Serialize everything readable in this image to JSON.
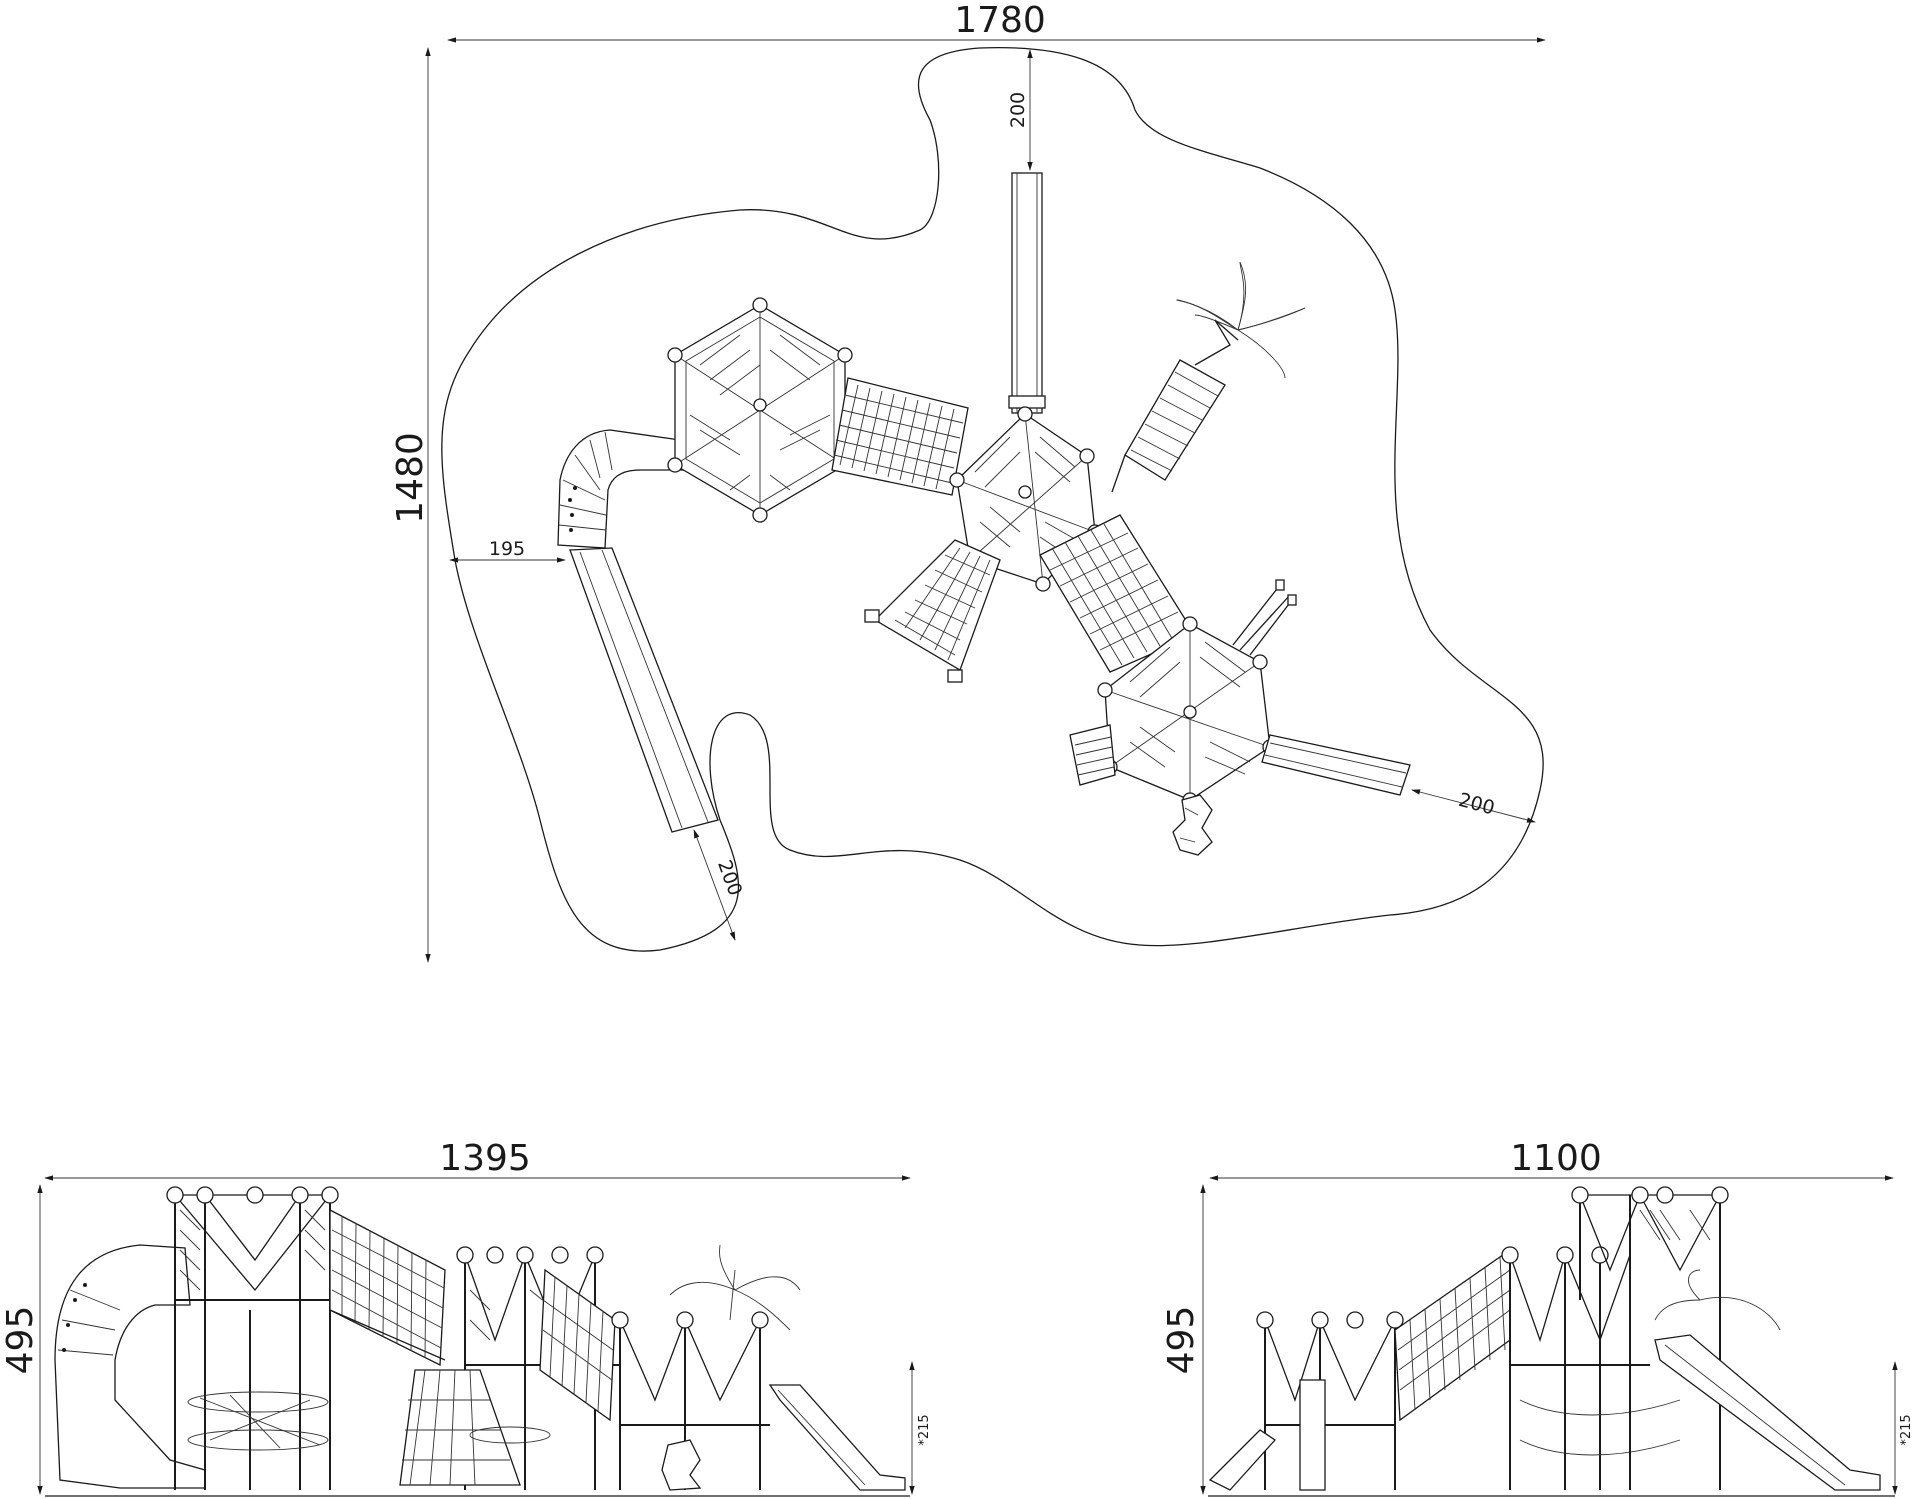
{
  "plan": {
    "width_label": "1780",
    "height_label": "1480",
    "top_clearance": "200",
    "left_clearance": "195",
    "right_clearance": "200",
    "bottom_clearance": "200"
  },
  "side_elevation": {
    "width_label": "1395",
    "height_label": "495",
    "platform_height": "*215"
  },
  "front_elevation": {
    "width_label": "1100",
    "height_label": "495",
    "platform_height": "*215"
  },
  "colors": {
    "line": "#1a1a1a",
    "background": "#ffffff"
  }
}
